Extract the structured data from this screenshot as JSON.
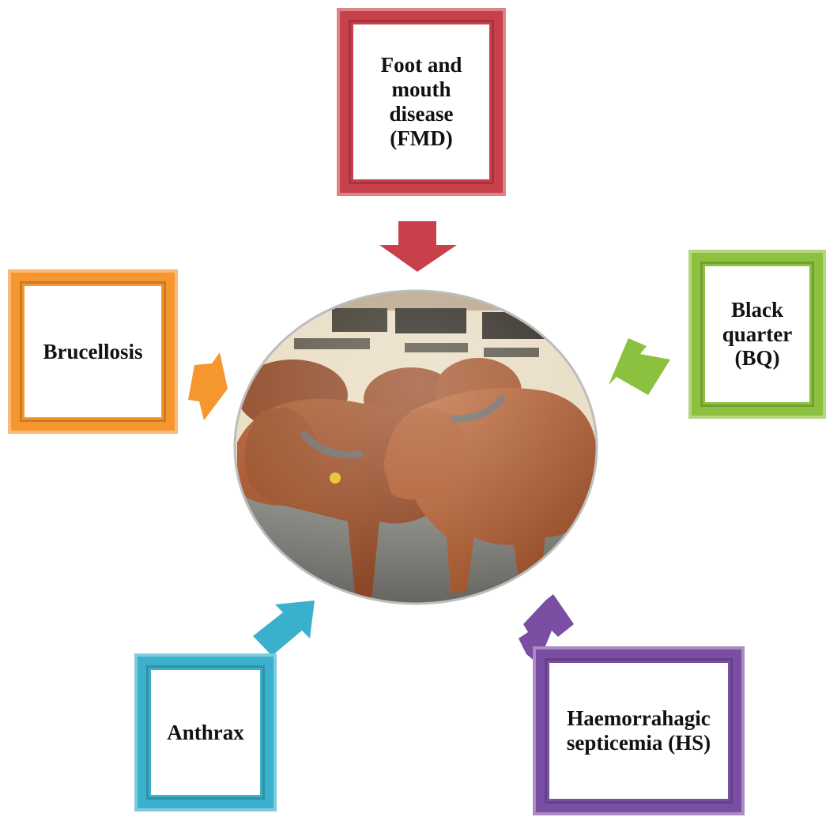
{
  "nodes": {
    "fmd": {
      "label": "Foot and\nmouth\ndisease\n(FMD)",
      "color": "#c8414a"
    },
    "bq": {
      "label": "Black\nquarter\n(BQ)",
      "color": "#8cc13f"
    },
    "brucellosis": {
      "label": "Brucellosis",
      "color": "#f5962f"
    },
    "anthrax": {
      "label": "Anthrax",
      "color": "#3bb0cc"
    },
    "hs": {
      "label": "Haemorrahagic\nsepticemia (HS)",
      "color": "#7a4fa3"
    }
  },
  "center": {
    "subject": "cattle-herd-photo"
  }
}
